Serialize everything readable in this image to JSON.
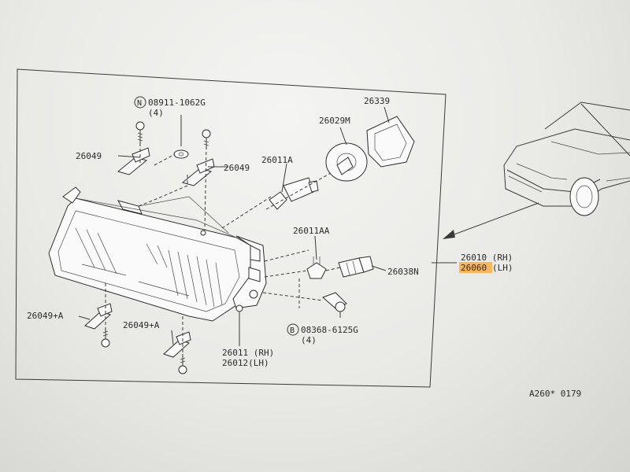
{
  "callouts": {
    "screw_a": {
      "symbol": "N",
      "number": "08911-1062G",
      "qty": "(4)"
    },
    "screw_b": {
      "symbol": "B",
      "number": "08368-6125G",
      "qty": "(4)"
    },
    "p26339": "26339",
    "p26029m": "26029M",
    "p26049_left": "26049",
    "p26049_mid": "26049",
    "p26011a": "26011A",
    "p26011aa": "26011AA",
    "p26038n": "26038N",
    "p26049a_left": "26049+A",
    "p26049a_mid": "26049+A",
    "p26011": "26011 (RH)",
    "p26012": "26012(LH)",
    "p26010": "26010 (RH)",
    "p26060": "26060",
    "p26060_side": "(LH)"
  },
  "diagram_code": "A260* 0179",
  "highlight_color": "#ffab3d"
}
